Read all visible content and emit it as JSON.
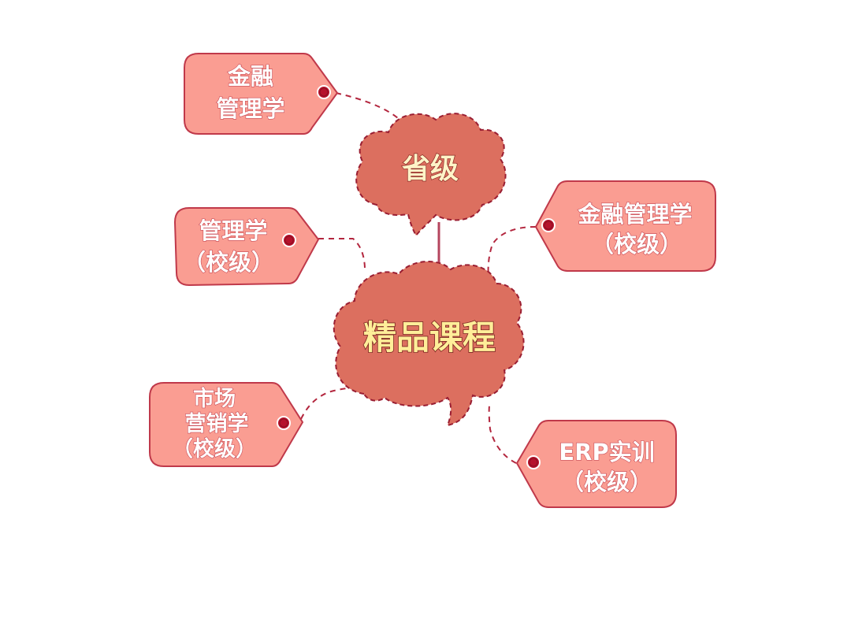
{
  "center": {
    "label": "精品课程"
  },
  "top": {
    "label": "省级"
  },
  "nodes": {
    "financial_provincial": {
      "line1": "金融",
      "line2": "管理学"
    },
    "management_school": {
      "line1": "管理学",
      "line2": "（校级）"
    },
    "marketing_school": {
      "line1": "市场",
      "line2": "营销学",
      "line3": "（校级）"
    },
    "financial_school": {
      "line1": "金融管理学",
      "line2": "（校级）"
    },
    "erp_school": {
      "line1": "ERP实训",
      "line2": "（校级）"
    }
  },
  "colors": {
    "tag_fill": "#fa9d92",
    "tag_border": "#c0394a",
    "cloud_fill": "#dc6f5f",
    "cloud_border": "#9a1e32",
    "center_text": "#ffee99",
    "tag_text": "#ffffff"
  }
}
